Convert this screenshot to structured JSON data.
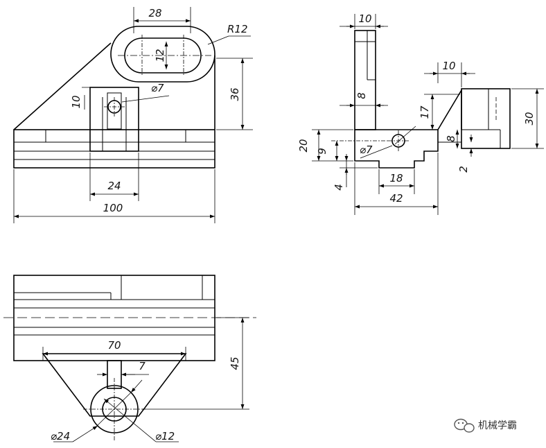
{
  "drawing": {
    "front_view": {
      "dims": [
        "28",
        "R12",
        "12",
        "10",
        "⌀7",
        "36",
        "24",
        "100"
      ]
    },
    "side_view": {
      "dims": [
        "10",
        "8",
        "10",
        "17",
        "30",
        "20",
        "9",
        "⌀7",
        "8",
        "2",
        "4",
        "18",
        "42"
      ]
    },
    "top_view": {
      "dims": [
        "70",
        "7",
        "45",
        "⌀24",
        "⌀12"
      ]
    }
  },
  "watermark": {
    "icon": "wechat-icon",
    "text": "机械学霸"
  }
}
